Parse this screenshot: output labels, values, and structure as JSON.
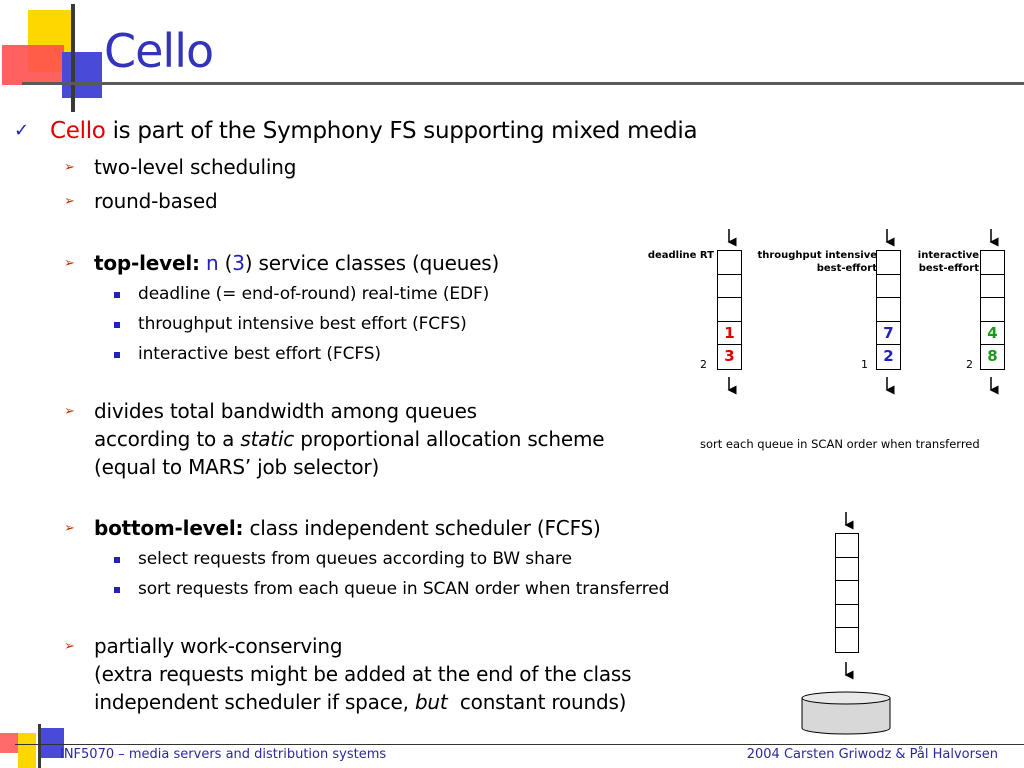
{
  "slide": {
    "title": "Cello",
    "bullets": {
      "b1_name": "Cello",
      "b1_rest": " is part of the Symphony FS supporting mixed media",
      "b2": "two-level scheduling",
      "b3": "round-based",
      "b4_bold": "top-level:",
      "b4_n": "n",
      "b4_open": " (",
      "b4_3": "3",
      "b4_rest": ") service classes (queues)",
      "b4_sub1": "deadline (= end-of-round) real-time (EDF)",
      "b4_sub2": "throughput intensive best effort (FCFS)",
      "b4_sub3": "interactive best effort (FCFS)",
      "b5_l1": "divides total bandwidth among queues",
      "b5_l2_pre": "according to a ",
      "b5_l2_em": "static",
      "b5_l2_post": " proportional allocation scheme",
      "b5_l3": "(equal to MARS’ job selector)",
      "b6_bold": "bottom-level:",
      "b6_rest": " class independent scheduler (FCFS)",
      "b6_sub1": "select requests from queues according to BW share",
      "b6_sub2": "sort requests from each queue in SCAN order when transferred",
      "b7_l1": "partially work-conserving",
      "b7_l2": "(extra requests might be added at the end of the class",
      "b7_l3_pre": "independent scheduler if space, ",
      "b7_l3_em": "but",
      "b7_l3_post": "  constant rounds)"
    }
  },
  "diagram": {
    "queues": [
      {
        "label_l1": "deadline RT",
        "label_l2": "",
        "cells": [
          "",
          "",
          "",
          "1",
          "3"
        ],
        "count": "2",
        "cell_color": "#e00000"
      },
      {
        "label_l1": "throughput intensive",
        "label_l2": "best-effort",
        "cells": [
          "",
          "",
          "",
          "7",
          "2"
        ],
        "count": "1",
        "cell_color": "#2222bb"
      },
      {
        "label_l1": "interactive",
        "label_l2": "best-effort",
        "cells": [
          "",
          "",
          "",
          "4",
          "8"
        ],
        "count": "2",
        "cell_color": "#1a9a1a"
      }
    ],
    "note": "sort each queue in SCAN order when transferred"
  },
  "footer": {
    "left": "INF5070 – media servers and distribution systems",
    "right": "2004  Carsten Griwodz & Pål Halvorsen"
  }
}
